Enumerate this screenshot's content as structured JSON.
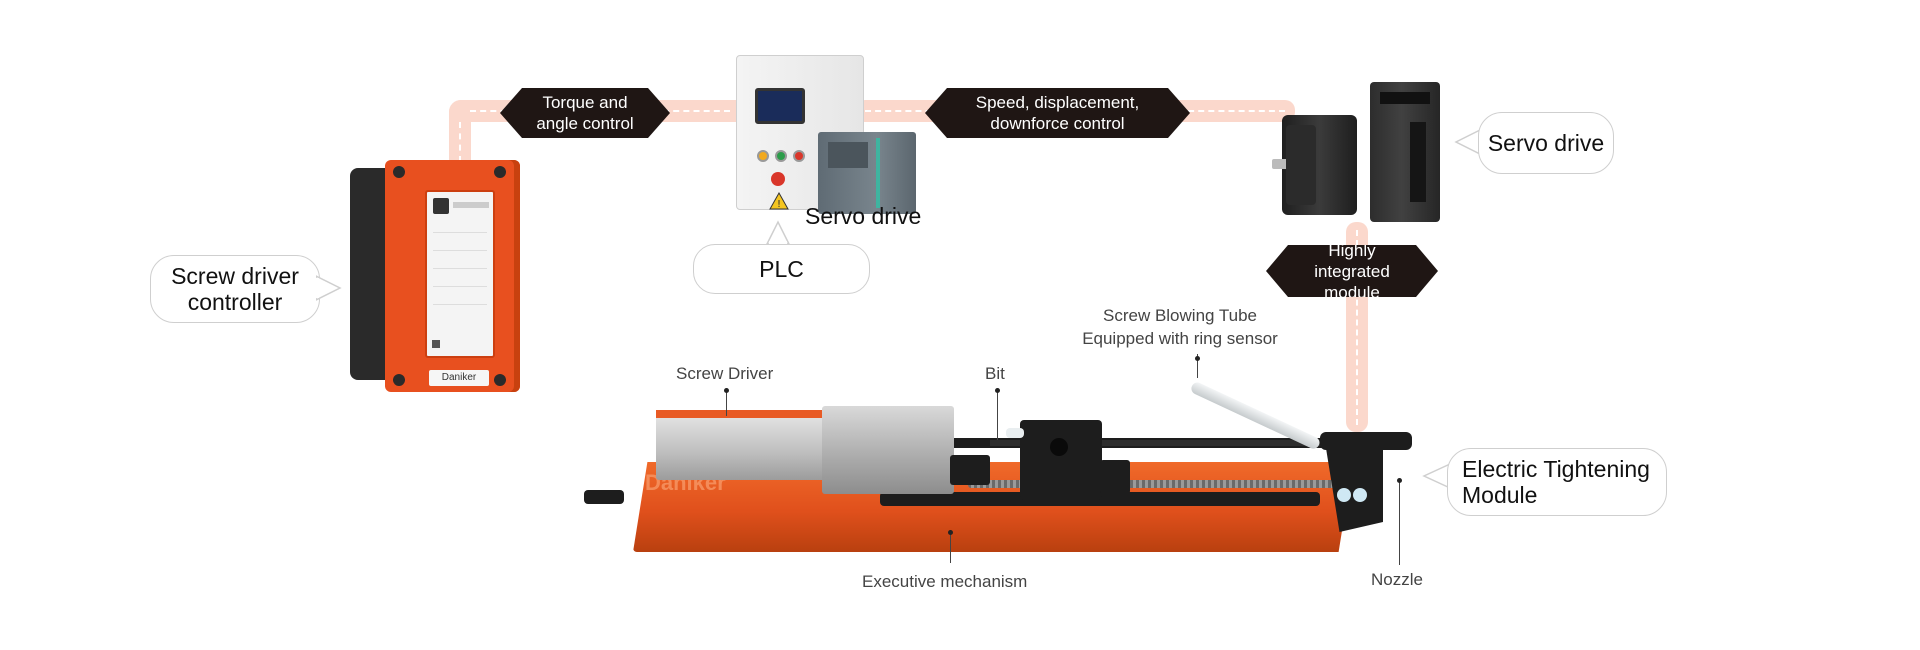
{
  "tags": {
    "torque": "Torque and angle control",
    "speed": "Speed, displacement, downforce control",
    "highly": "Highly integrated module"
  },
  "bubbles": {
    "screw_driver_controller": "Screw driver controller",
    "plc": "PLC",
    "servo_drive": "Servo drive",
    "electric_module": "Electric Tightening Module"
  },
  "labels": {
    "plc_servo_drive": "Servo drive",
    "screw_blowing_tube": "Screw Blowing Tube",
    "ring_sensor": "Equipped with ring sensor",
    "screw_driver": "Screw Driver",
    "bit": "Bit",
    "executive_mechanism": "Executive mechanism",
    "nozzle": "Nozzle"
  },
  "branding": {
    "controller_logo": "Daniker",
    "module_logo": "Daniker"
  },
  "colors": {
    "accent_orange": "#e8501f",
    "pipe_pink": "#fbd8cc",
    "tag_dark": "#1f1614"
  }
}
